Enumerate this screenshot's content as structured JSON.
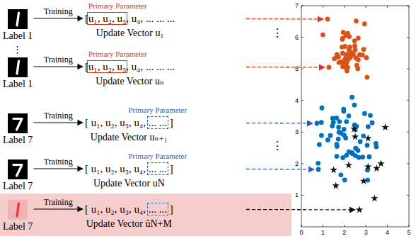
{
  "diagram": {
    "nodes": [
      {
        "text": [
          "Label 1"
        ]
      },
      {
        "text": [
          "Primary Parameter",
          "[u₁, u₂, u₃, u₄, ... ... ...",
          "Update Vector u₁"
        ]
      },
      {
        "text": [
          "Label 1"
        ]
      },
      {
        "text": [
          "Primary Parameter",
          "[u₁, u₂, u₃, u₄, ... ... ...",
          "Update Vector uₙ"
        ]
      },
      {
        "text": [
          "Label 7"
        ]
      },
      {
        "text": [
          "Primary Parameter",
          "[ u₁, u₂, u₃, u₄, ... ... ]",
          "Update Vector uₙ₊₁"
        ]
      },
      {
        "text": [
          "Label 7"
        ]
      },
      {
        "text": [
          "Primary Parameter",
          "[ u₁, u₂, u₃, u₄, ... ... ]",
          "Update Vector uN"
        ]
      },
      {
        "text": [
          "Label 7"
        ]
      },
      {
        "text": [
          "[ u₁, u₂, u₃, u₄, ... ... ]",
          "Update Vector ûN+M"
        ]
      }
    ],
    "edges": [
      {
        "from": 0,
        "to": 1,
        "label": "Training",
        "arrow": "to"
      },
      {
        "from": 2,
        "to": 3,
        "label": "Training",
        "arrow": "to"
      },
      {
        "from": 4,
        "to": 5,
        "label": "Training",
        "arrow": "to"
      },
      {
        "from": 6,
        "to": 7,
        "label": "Training",
        "arrow": "to"
      },
      {
        "from": 8,
        "to": 9,
        "label": "Training",
        "arrow": "to"
      }
    ],
    "labels": [
      "⋮",
      "⋮",
      "⋮",
      "0",
      "1",
      "2",
      "3",
      "4",
      "5",
      "1",
      "2",
      "3",
      "4",
      "5",
      "6",
      "7"
    ]
  }
}
